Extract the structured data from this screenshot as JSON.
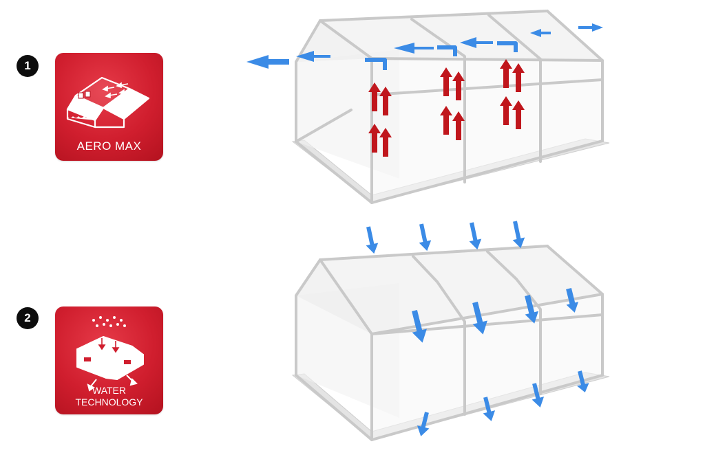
{
  "features": [
    {
      "number": "1",
      "label": "AERO MAX",
      "icon": "roof-airflow-icon"
    },
    {
      "number": "2",
      "label_line1": "WATER",
      "label_line2": "TECHNOLOGY",
      "icon": "rain-tent-icon"
    }
  ],
  "colors": {
    "tile_red": "#d01e2e",
    "warm_air_arrow": "#c0161c",
    "air_water_arrow": "#3b8be6",
    "frame_gray": "#c9c9c9",
    "badge_black": "#0d0d0d"
  }
}
